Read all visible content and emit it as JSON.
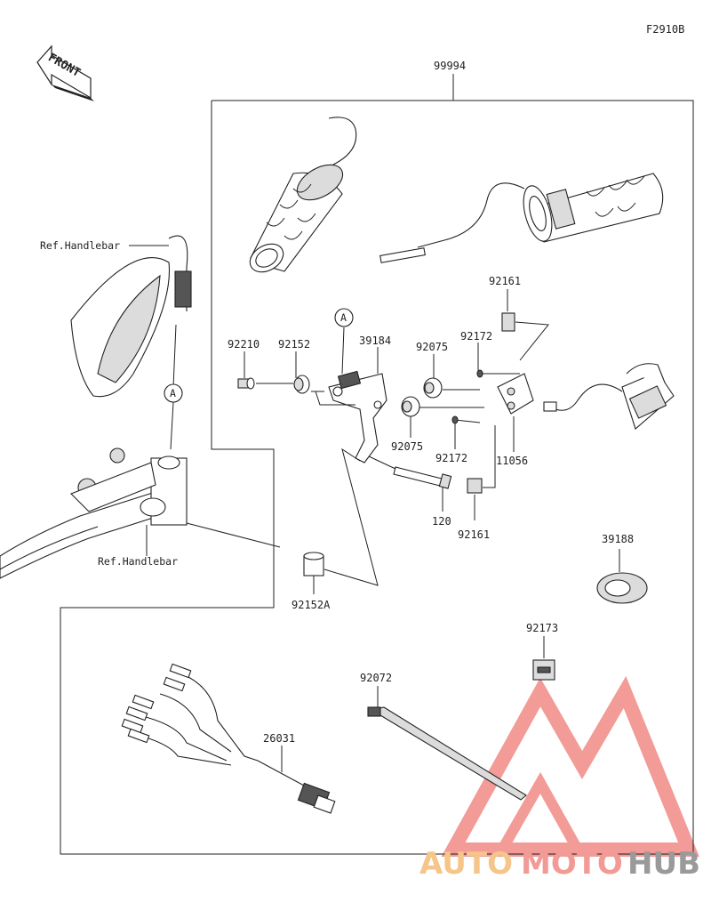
{
  "figure_code": "F2910B",
  "front_label": "FRONT",
  "kit_number": "99994",
  "ref_labels": [
    "Ref.Handlebar",
    "Ref.Handlebar"
  ],
  "callout": "A",
  "parts": {
    "p92161_top": "92161",
    "p92210": "92210",
    "p92152": "92152",
    "p39184": "39184",
    "p92075_top": "92075",
    "p92172_top": "92172",
    "p92075_bot": "92075",
    "p92172_bot": "92172",
    "p11056": "11056",
    "p120": "120",
    "p92161_bot": "92161",
    "p39188": "39188",
    "p92152A": "92152A",
    "p92173": "92173",
    "p92072": "92072",
    "p26031": "26031"
  },
  "watermark": {
    "auto": "AUTO",
    "moto": "MOTO",
    "hub": "HUB",
    "colors": {
      "auto": "#f5c58a",
      "moto": "#f19a96",
      "hub": "#9a9a9a",
      "logo": "#f08a86"
    }
  }
}
